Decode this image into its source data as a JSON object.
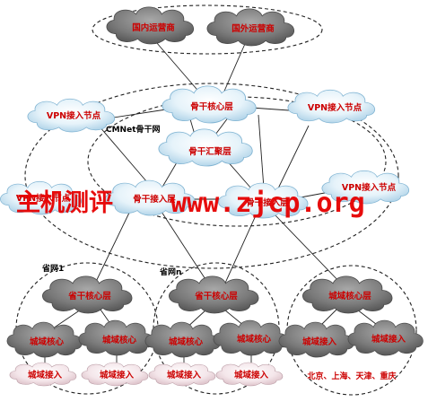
{
  "operators": {
    "domestic": "国内运营商",
    "foreign": "国外运营商"
  },
  "backbone": {
    "label": "CMNet骨干网",
    "core": "骨干核心层",
    "aggregation": "骨干汇聚层",
    "access_left": "骨干接入层",
    "access_right": "骨干接入层",
    "vpn_left": "VPN接入节点",
    "vpn_right": "VPN接入节点",
    "vpn_lower_right": "VPN接入节点",
    "vpn_lower_left": "VPN接入节点"
  },
  "province1": {
    "label": "省网1",
    "core": "省干核心层",
    "metro_core_a": "城域核心",
    "metro_core_b": "城域核心",
    "access_a": "城域接入",
    "access_b": "城域接入"
  },
  "provinceN": {
    "label": "省网n",
    "core": "省干核心层",
    "metro_core_a": "城域核心",
    "metro_core_b": "城域核心",
    "access_a": "城域接入",
    "access_b": "城域接入"
  },
  "city_group": {
    "core": "城域核心层",
    "access_a": "城域接入",
    "access_b": "城域接入",
    "cities": "北京、上海、天津、重庆"
  },
  "watermark": {
    "cn": "主机测评",
    "url": "www.zjcp.org"
  },
  "colors": {
    "label_red": "#cc0000",
    "watermark": "#e60000",
    "cloud_light": "#e8f4fb",
    "cloud_dark": "#6f6f6f"
  }
}
